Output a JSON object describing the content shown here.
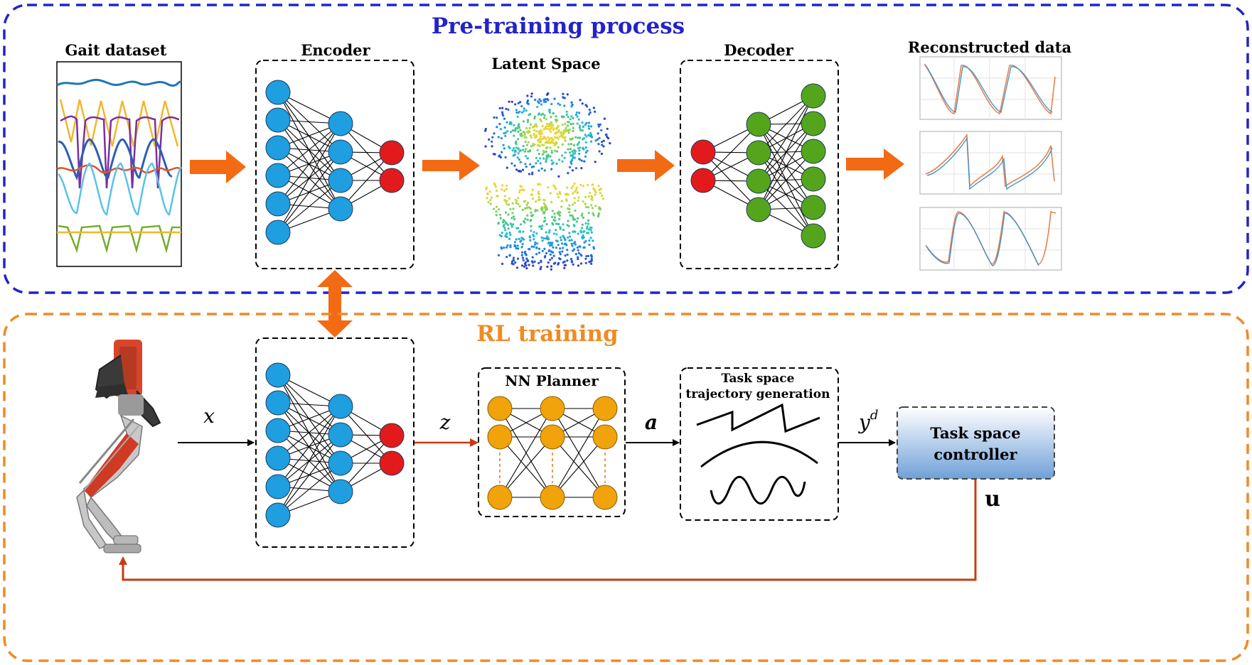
{
  "pretraining": {
    "title": "Pre-training process",
    "dataset_label": "Gait dataset",
    "encoder_label": "Encoder",
    "latent_label": "Latent Space",
    "decoder_label": "Decoder",
    "reconstructed_label": "Reconstructed data"
  },
  "rl": {
    "title": "RL training",
    "x_label": "x",
    "z_label": "z",
    "planner_label": "NN Planner",
    "a_label": "a",
    "traj_label_line1": "Task space",
    "traj_label_line2": "trajectory generation",
    "y_label": "y",
    "y_sup": "d",
    "controller_line1": "Task space",
    "controller_line2": "controller",
    "u_label": "u"
  },
  "colors": {
    "pretrain_frame": "#2323c8",
    "rl_frame": "#f08a24",
    "block_arrow": "#f26b14",
    "feedback_arrow": "#c43d12",
    "encoder_node": "#1f9ee0",
    "latent_node": "#e31a1c",
    "decoder_node": "#55a51c",
    "planner_node": "#f0a30a"
  }
}
